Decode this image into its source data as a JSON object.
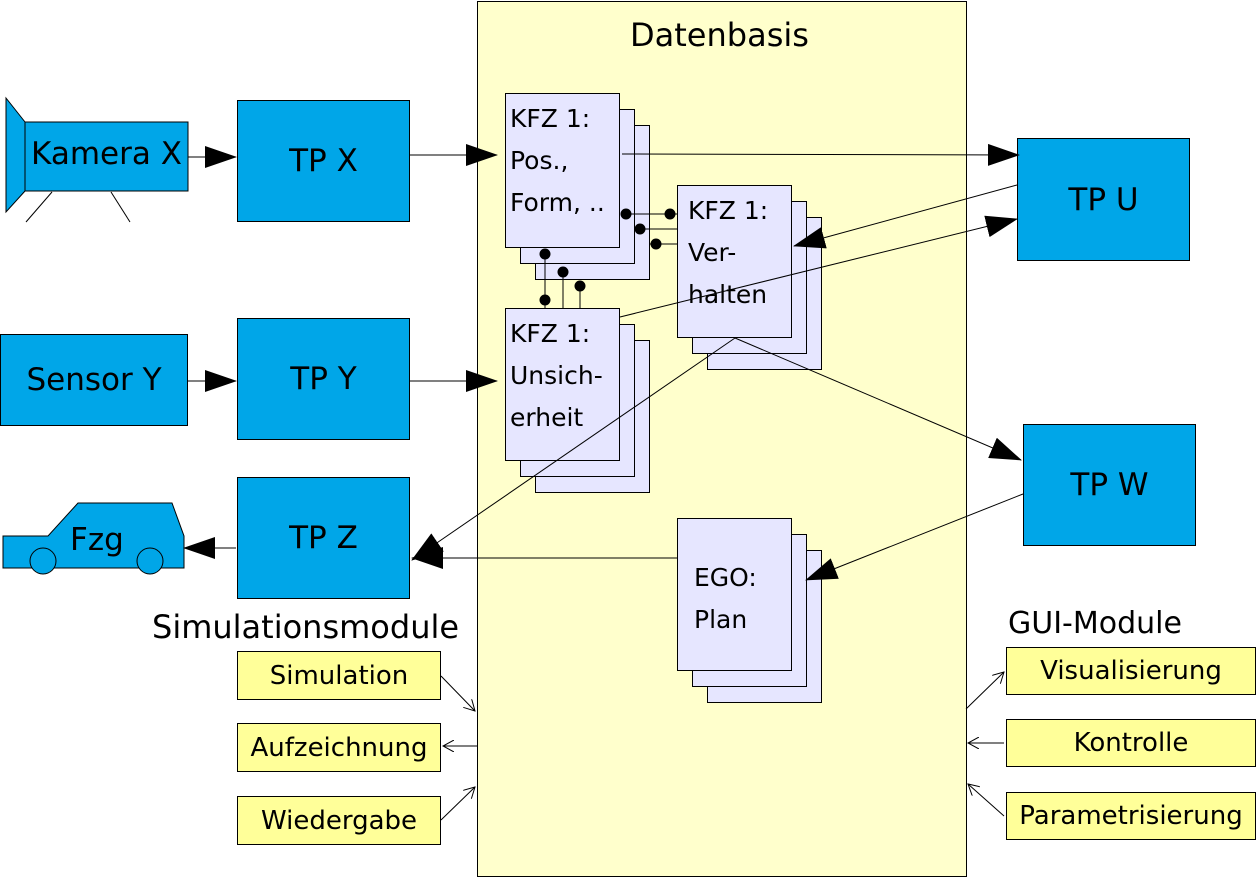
{
  "database": {
    "title": "Datenbasis"
  },
  "sources": {
    "camera": "Kamera X",
    "sensor": "Sensor Y",
    "vehicle": "Fzg"
  },
  "processors": {
    "tp_x": "TP X",
    "tp_y": "TP Y",
    "tp_z": "TP Z",
    "tp_u": "TP U",
    "tp_w": "TP W"
  },
  "records": {
    "pos_form": "KFZ 1:\nPos.,\nForm, ..",
    "uncertainty": "KFZ 1:\nUnsich-\nerheit",
    "behavior": "KFZ 1:\nVer-\nhalten",
    "ego_plan": "EGO:\nPlan"
  },
  "simulation": {
    "title": "Simulationsmodule",
    "items": [
      "Simulation",
      "Aufzeichnung",
      "Wiedergabe"
    ]
  },
  "gui": {
    "title": "GUI-Module",
    "items": [
      "Visualisierung",
      "Kontrolle",
      "Parametrisierung"
    ]
  }
}
